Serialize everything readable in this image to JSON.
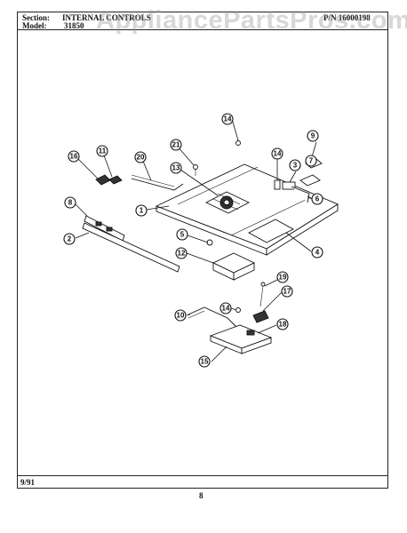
{
  "header": {
    "section_label": "Section:",
    "section_value": "INTERNAL CONTROLS",
    "model_label": "Model:",
    "model_value": "31850",
    "part_number": "P/N 16000198"
  },
  "watermark": "AppliancePartsPros.com",
  "footer": {
    "date": "9/91",
    "page_number": "8"
  },
  "callouts": [
    "1",
    "2",
    "3",
    "4",
    "5",
    "6",
    "7",
    "8",
    "9",
    "10",
    "11",
    "12",
    "13",
    "14",
    "14",
    "14",
    "15",
    "16",
    "17",
    "18",
    "19",
    "20",
    "21"
  ]
}
